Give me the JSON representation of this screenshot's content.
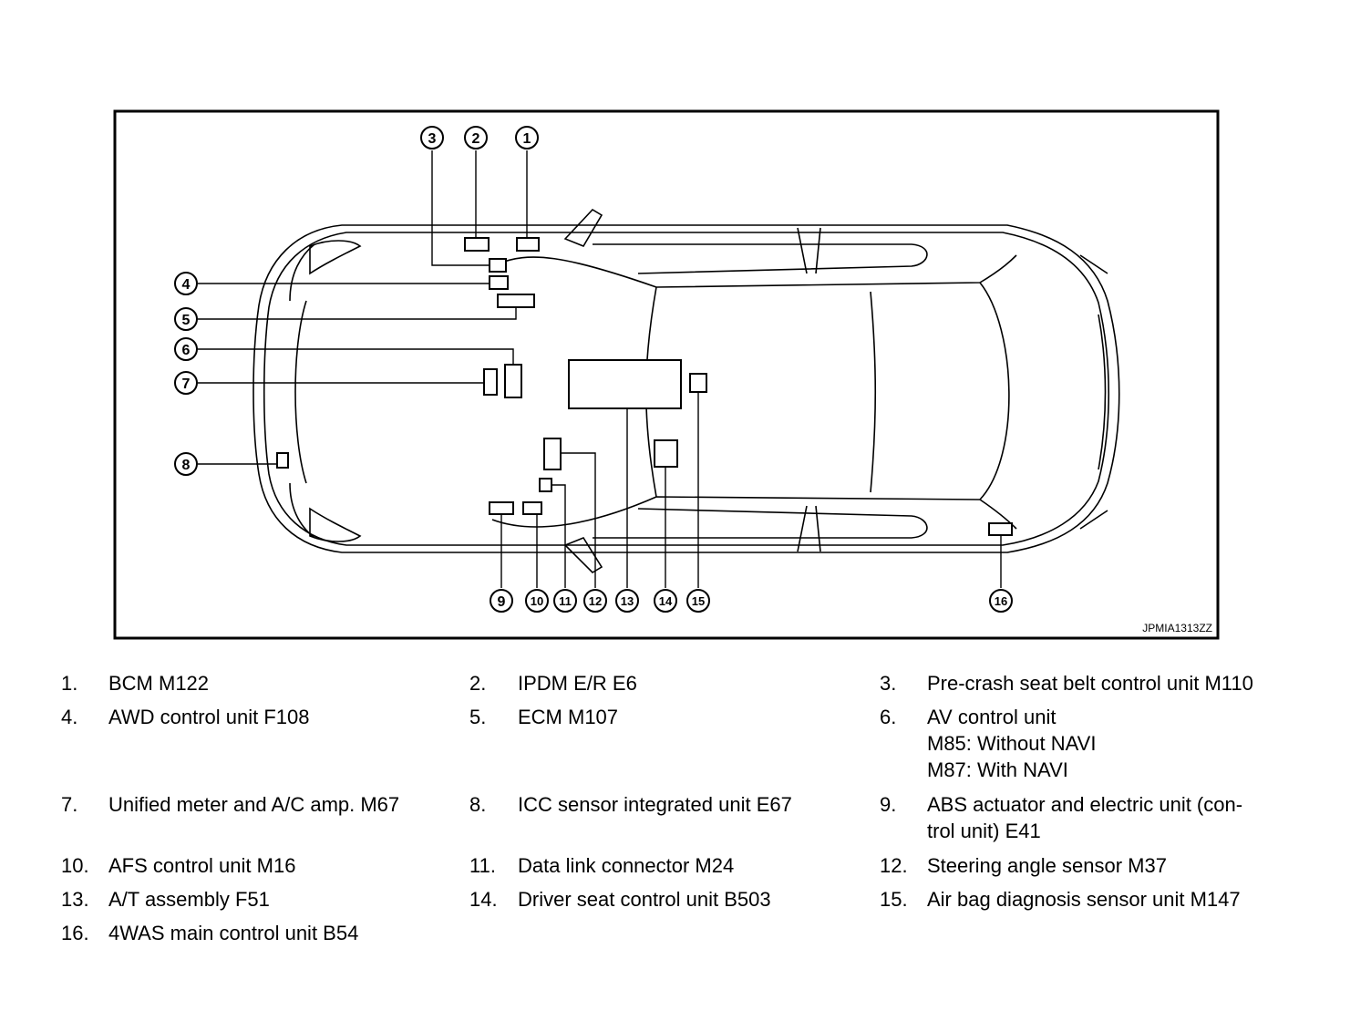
{
  "figure_id": "JPMIA1313ZZ",
  "callouts": [
    "1",
    "2",
    "3",
    "4",
    "5",
    "6",
    "7",
    "8",
    "9",
    "10",
    "11",
    "12",
    "13",
    "14",
    "15",
    "16"
  ],
  "legend": [
    {
      "num": "1.",
      "lines": [
        "BCM M122"
      ]
    },
    {
      "num": "2.",
      "lines": [
        "IPDM E/R E6"
      ]
    },
    {
      "num": "3.",
      "lines": [
        "Pre-crash seat belt control unit M110"
      ]
    },
    {
      "num": "4.",
      "lines": [
        "AWD control unit F108"
      ]
    },
    {
      "num": "5.",
      "lines": [
        "ECM M107"
      ]
    },
    {
      "num": "6.",
      "lines": [
        "AV control unit",
        "M85: Without NAVI",
        "M87: With NAVI"
      ]
    },
    {
      "num": "7.",
      "lines": [
        "Unified meter and A/C amp. M67"
      ]
    },
    {
      "num": "8.",
      "lines": [
        "ICC sensor integrated unit E67"
      ]
    },
    {
      "num": "9.",
      "lines": [
        "ABS actuator and electric unit (con-",
        "trol unit) E41"
      ]
    },
    {
      "num": "10.",
      "lines": [
        "AFS control unit M16"
      ]
    },
    {
      "num": "11.",
      "lines": [
        "Data link connector M24"
      ]
    },
    {
      "num": "12.",
      "lines": [
        "Steering angle sensor M37"
      ]
    },
    {
      "num": "13.",
      "lines": [
        "A/T assembly F51"
      ]
    },
    {
      "num": "14.",
      "lines": [
        "Driver seat control unit B503"
      ]
    },
    {
      "num": "15.",
      "lines": [
        "Air bag diagnosis sensor unit M147"
      ]
    },
    {
      "num": "16.",
      "lines": [
        "4WAS main control unit B54"
      ]
    }
  ]
}
